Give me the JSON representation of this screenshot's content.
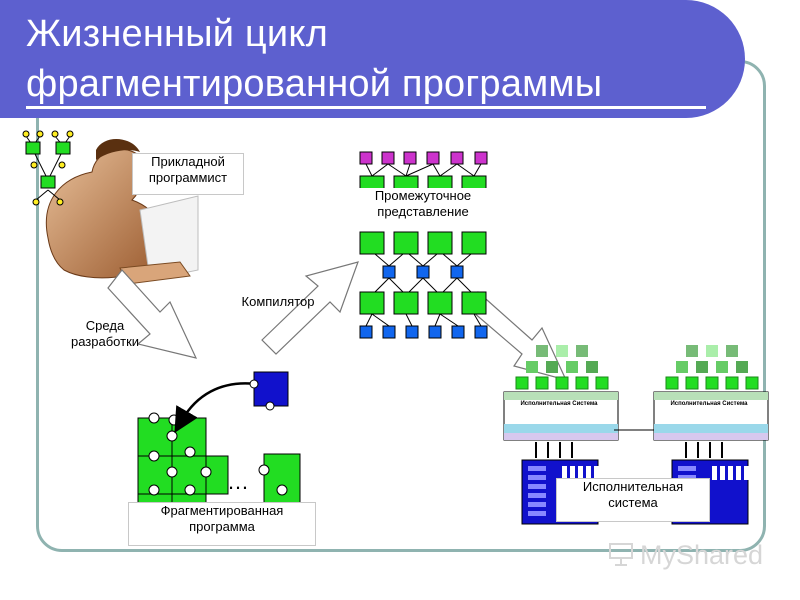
{
  "title": {
    "line1": "Жизненный цикл",
    "line2": "фрагментированной программы"
  },
  "labels": {
    "programmer": "Прикладной программист",
    "environment": "Среда разработки",
    "compiler": "Компилятор",
    "intermediate": "Промежуточное представление",
    "fragmented": "Фрагментированная программа",
    "runtime_system": "Исполнительная система",
    "runtime_small_left": "Исполнительная Система",
    "runtime_small_right": "Исполнительная Система",
    "ellipsis": "…"
  },
  "watermark": "MyShared",
  "colors": {
    "title_band": "#5d60cf",
    "fragment_green": "#22dd22",
    "node_magenta": "#cc33cc",
    "node_blue": "#1166ee",
    "puzzle_blue": "#1111cc",
    "frame": "#8fb3b0"
  }
}
